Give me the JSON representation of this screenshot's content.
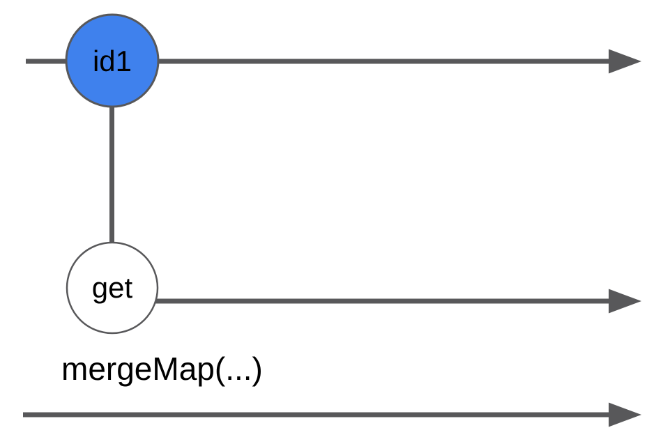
{
  "diagram": {
    "source_event_label": "id1",
    "inner_event_label": "get",
    "operator_label": "mergeMap(...)"
  },
  "colors": {
    "event-fill": "#3F81ED",
    "inner-event-fill": "#FFFFFF",
    "stroke": "#58585A",
    "label-text": "#000000"
  }
}
